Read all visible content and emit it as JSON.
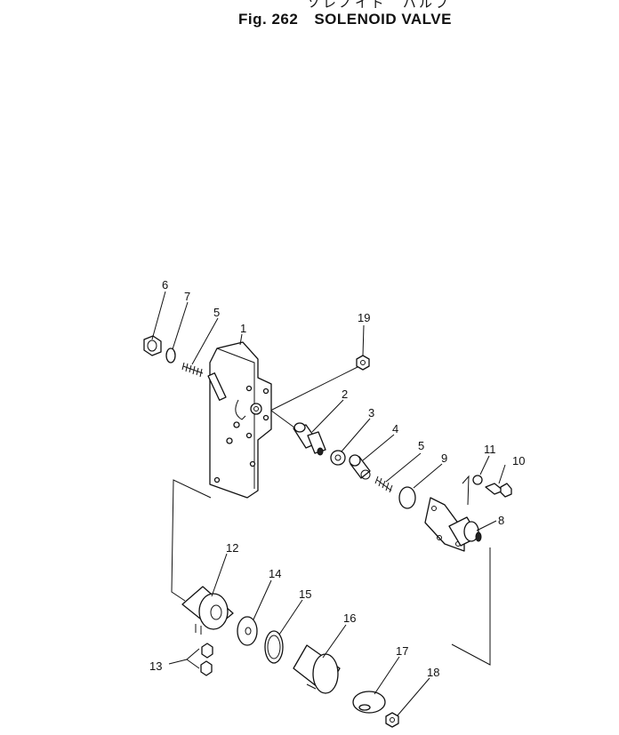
{
  "header": {
    "title_jp": "ソレノイド　バルブ",
    "figure": "Fig. 262",
    "title": "SOLENOID VALVE"
  },
  "callouts": {
    "c1": "1",
    "c2": "2",
    "c3": "3",
    "c4": "4",
    "c5a": "5",
    "c5b": "5",
    "c6": "6",
    "c7": "7",
    "c8": "8",
    "c9": "9",
    "c10": "10",
    "c11": "11",
    "c12": "12",
    "c13": "13",
    "c14": "14",
    "c15": "15",
    "c16": "16",
    "c17": "17",
    "c18": "18",
    "c19": "19"
  }
}
